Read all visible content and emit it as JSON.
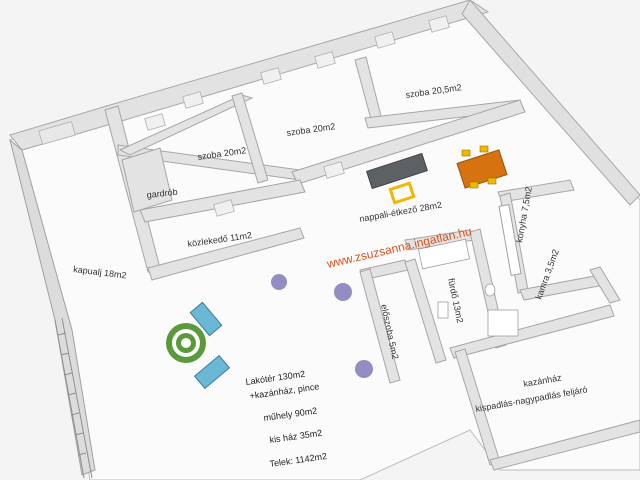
{
  "rooms": {
    "kapualj": "kapualj 18m2",
    "szoba_left": "szoba 20m2",
    "szoba_mid": "szoba 20m2",
    "szoba_right": "szoba 20,5m2",
    "gardrob": "gardrób",
    "kozlekedo": "közlekedő 11m2",
    "nappali": "nappali-étkező 28m2",
    "konyha": "konyha 7,5m2",
    "furdo": "fürdő 13m2",
    "eloszoba": "előszoba 5m2",
    "kamra": "kamra 3,5m2",
    "kazanhaz_title": "kazánház",
    "kazanhaz_sub": "kispadlás-nagypadlás feljáró"
  },
  "info": {
    "line1": "Lakótér 130m2",
    "line2": "+kazánház, pince",
    "line3": "műhely 90m2",
    "line4": "kis ház 35m2",
    "line5": "Telek: 1142m2"
  },
  "watermark": "www.zsuzsanna.ingatlan.hu",
  "colors": {
    "floor": "#fafafa",
    "wall": "#e4e4e4",
    "wall_edge": "#9a9a9a",
    "watermark": "#d9541e",
    "sofa": "#5d6163",
    "table": "#d4730f",
    "chair": "#f2b500",
    "plant": "#6f68b0",
    "rug_green": "#5a9a3a",
    "lounger": "#6ab7d6"
  }
}
